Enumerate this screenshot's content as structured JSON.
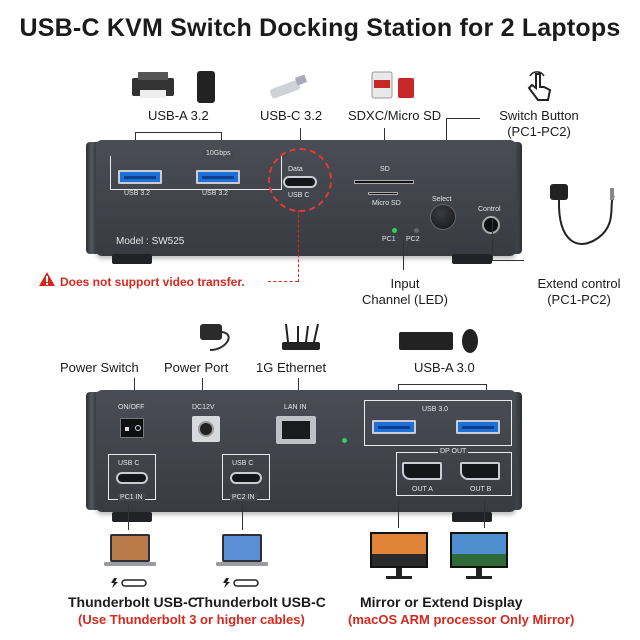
{
  "title": "USB-C KVM Switch Docking Station for 2 Laptops",
  "top": {
    "label_usba32": "USB-A 3.2",
    "label_usbc32": "USB-C 3.2",
    "label_sd": "SDXC/Micro SD",
    "label_switch_line1": "Switch Button",
    "label_switch_line2": "(PC1-PC2)",
    "label_extend_line1": "Extend control",
    "label_extend_line2": "(PC1-PC2)",
    "label_input_line1": "Input",
    "label_input_line2": "Channel (LED)",
    "warning": "Does not support video transfer.",
    "device": {
      "speed_tag": "10Gbps",
      "port1": "USB 3.2",
      "port2": "USB 3.2",
      "data_tag": "Data",
      "usbc_label": "USB C",
      "sd_tag": "SD",
      "microsd_tag": "Micro SD",
      "model": "Model : SW525",
      "pc1": "PC1",
      "pc2": "PC2",
      "select": "Select",
      "control": "Control"
    }
  },
  "bottom": {
    "label_power_switch": "Power Switch",
    "label_power_port": "Power Port",
    "label_ethernet": "1G Ethernet",
    "label_usba30": "USB-A 3.0",
    "device": {
      "onoff": "ON/OFF",
      "dc": "DC12V",
      "lan": "LAN IN",
      "usb30": "USB 3.0",
      "dpout": "DP OUT",
      "outa": "OUT A",
      "outb": "OUT B",
      "usbc1": "USB C",
      "pc1in": "PC1 IN",
      "usbc2": "USB C",
      "pc2in": "PC2 IN"
    },
    "tb_label1": "Thunderbolt USB-C",
    "tb_label2": "Thunderbolt USB-C",
    "tb_note": "(Use Thunderbolt 3 or higher cables)",
    "display_label": "Mirror or Extend Display",
    "display_note": "(macOS ARM processor Only Mirror)"
  },
  "colors": {
    "accent_red": "#d6281e",
    "usb_blue": "#1e6fd6",
    "device_gray": "#44474e"
  }
}
